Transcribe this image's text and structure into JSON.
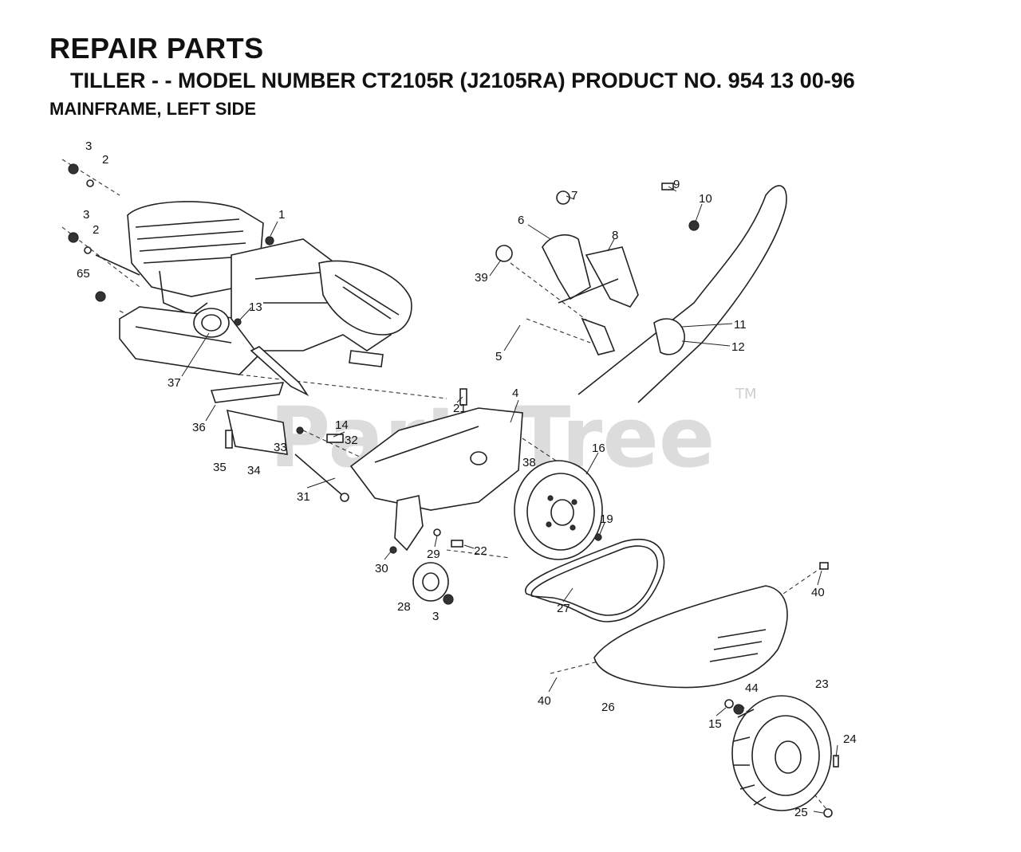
{
  "header": {
    "title": "REPAIR PARTS",
    "subtitle": "TILLER - - MODEL NUMBER CT2105R (J2105RA) PRODUCT NO. 954 13 00-96",
    "section": "MAINFRAME, LEFT SIDE"
  },
  "watermark": {
    "text": "PartsTree",
    "tm": "TM"
  },
  "callouts": [
    {
      "label": "3"
    },
    {
      "label": "2"
    },
    {
      "label": "3"
    },
    {
      "label": "2"
    },
    {
      "label": "1"
    },
    {
      "label": "65"
    },
    {
      "label": "13"
    },
    {
      "label": "37"
    },
    {
      "label": "36"
    },
    {
      "label": "35"
    },
    {
      "label": "34"
    },
    {
      "label": "33"
    },
    {
      "label": "32"
    },
    {
      "label": "14"
    },
    {
      "label": "31"
    },
    {
      "label": "21"
    },
    {
      "label": "4"
    },
    {
      "label": "38"
    },
    {
      "label": "16"
    },
    {
      "label": "19"
    },
    {
      "label": "22"
    },
    {
      "label": "29"
    },
    {
      "label": "30"
    },
    {
      "label": "28"
    },
    {
      "label": "3"
    },
    {
      "label": "27"
    },
    {
      "label": "40"
    },
    {
      "label": "40"
    },
    {
      "label": "26"
    },
    {
      "label": "15"
    },
    {
      "label": "44"
    },
    {
      "label": "23"
    },
    {
      "label": "24"
    },
    {
      "label": "25"
    },
    {
      "label": "7"
    },
    {
      "label": "6"
    },
    {
      "label": "39"
    },
    {
      "label": "8"
    },
    {
      "label": "9"
    },
    {
      "label": "10"
    },
    {
      "label": "11"
    },
    {
      "label": "12"
    },
    {
      "label": "5"
    }
  ]
}
